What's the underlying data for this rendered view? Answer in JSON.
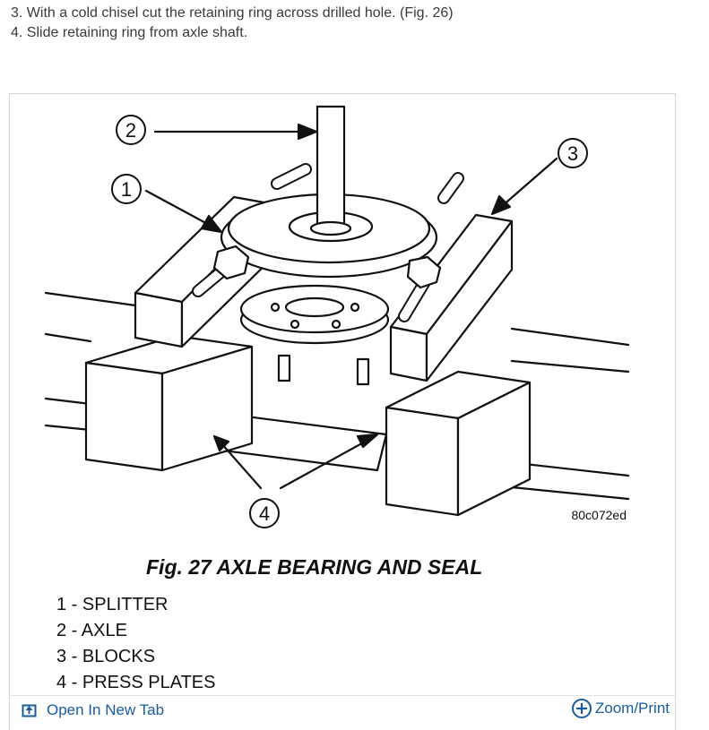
{
  "steps": [
    "3. With a cold chisel cut the retaining ring across drilled hole. (Fig. 26)",
    "4. Slide retaining ring from axle shaft."
  ],
  "figure": {
    "callouts": [
      "1",
      "2",
      "3",
      "4"
    ],
    "code": "80c072ed",
    "caption": "Fig. 27 AXLE BEARING AND SEAL",
    "legend": [
      "1 - SPLITTER",
      "2 - AXLE",
      "3 - BLOCKS",
      "4 - PRESS PLATES"
    ]
  },
  "actions": {
    "open_new_tab": "Open In New Tab",
    "zoom_print": "Zoom/Print"
  },
  "colors": {
    "link": "#1a5c9e",
    "ink": "#111111"
  },
  "icons": {
    "open_tab": "open-in-new-tab-icon",
    "zoom": "zoom-plus-circle-icon"
  }
}
